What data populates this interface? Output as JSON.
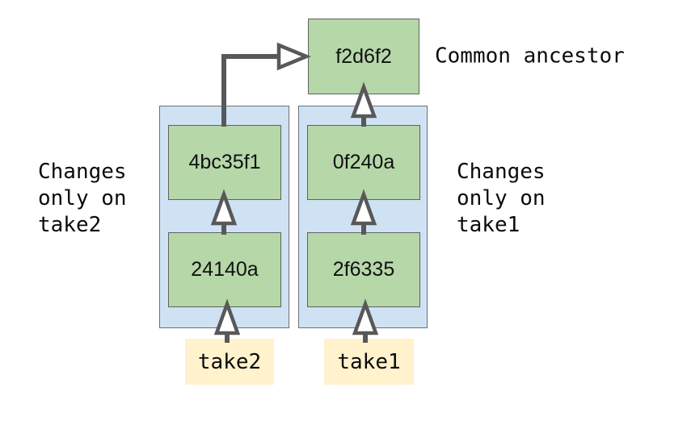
{
  "diagram": {
    "common_ancestor": {
      "hash": "f2d6f2",
      "annotation": "Common ancestor"
    },
    "branches": [
      {
        "label": "take2",
        "caption": "Changes\nonly on\ntake2",
        "commits": [
          "4bc35f1",
          "24140a"
        ]
      },
      {
        "label": "take1",
        "caption": "Changes\nonly on\ntake1",
        "commits": [
          "0f240a",
          "2f6335"
        ]
      }
    ],
    "colors": {
      "commit_fill": "#b6d7a8",
      "commit_border": "#5f6160",
      "lane_fill": "#cfe2f3",
      "lane_border": "#6e7073",
      "branch_label_fill": "#fff2cc",
      "arrow_stroke": "#58585a",
      "arrowhead_fill": "#ffffff",
      "text": "#0b0b0b",
      "background": "#ffffff"
    }
  }
}
